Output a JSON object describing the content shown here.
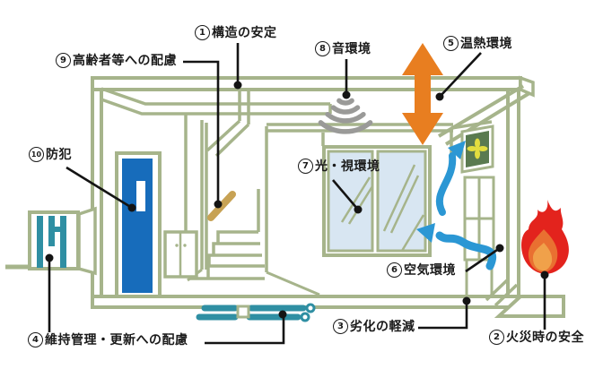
{
  "figure": {
    "description": "Cutaway house diagram of the 10 housing performance categories",
    "background": "#ffffff",
    "colors": {
      "outline_green": "#A6B48B",
      "door_blue": "#176CBB",
      "glass_blue": "#D8E6F2",
      "pipe_teal": "#2F8FA3",
      "arrow_orange": "#E87E20",
      "airflow_blue": "#2B97D4",
      "flame_red": "#E3231D",
      "flame_mid": "#E97031",
      "flame_inner": "#F0A14A",
      "fan_yellow": "#E3DD3F",
      "fan_bg": "#5A7A50",
      "sound_gray": "#9A9A98",
      "handrail_tan": "#C7A254",
      "leader_black": "#141414"
    },
    "labels": [
      {
        "num": "1",
        "text": "構造の安定"
      },
      {
        "num": "2",
        "text": "火災時の安全"
      },
      {
        "num": "3",
        "text": "劣化の軽減"
      },
      {
        "num": "4",
        "text": "維持管理・更新への配慮"
      },
      {
        "num": "5",
        "text": "温熱環境"
      },
      {
        "num": "6",
        "text": "空気環境"
      },
      {
        "num": "7",
        "text": "光・視環境"
      },
      {
        "num": "8",
        "text": "音環境"
      },
      {
        "num": "9",
        "text": "高齢者等への配慮"
      },
      {
        "num": "10",
        "text": "防犯"
      }
    ],
    "icons": [
      {
        "name": "sound-waves-icon",
        "meaning": "sound environment"
      },
      {
        "name": "heat-exchange-arrow-icon",
        "meaning": "thermal environment (vertical double arrow)"
      },
      {
        "name": "ventilation-fan-icon",
        "meaning": "exhaust fan"
      },
      {
        "name": "airflow-arrow-up-icon",
        "meaning": "air flow toward fan"
      },
      {
        "name": "airflow-arrow-in-icon",
        "meaning": "fresh air entering room"
      },
      {
        "name": "flame-icon",
        "meaning": "fire safety"
      }
    ]
  }
}
